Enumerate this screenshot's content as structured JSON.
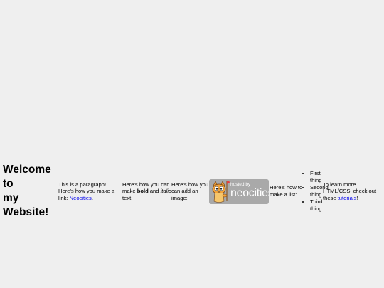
{
  "heading": {
    "line1": "Welcome to",
    "line2": "my Website!"
  },
  "paragraph": {
    "text": "This is a paragraph! Here's how you make a link: ",
    "link_label": "Neocities",
    "end": "."
  },
  "formatting": {
    "lead": "Here's how you can make ",
    "bold": "bold",
    "mid": " and ",
    "italic": "italic",
    "tail": " text."
  },
  "image_intro": "Here's how you can add an image:",
  "badge": {
    "hosted_text": "hosted by",
    "brand_text": "neocities",
    "mascot_icon": "cat-mascot-icon",
    "colors": {
      "bg": "#a9a9a9",
      "text": "#ffffff"
    }
  },
  "list_intro": "Here's how to make a list:",
  "list_items": [
    "First thing",
    "Second thing",
    "Third thing"
  ],
  "learn_more": {
    "text": "To learn more HTML/CSS, check out these ",
    "link_label": "tutorials",
    "end": "!"
  },
  "colors": {
    "background": "#efefef",
    "link": "#0000ee"
  }
}
